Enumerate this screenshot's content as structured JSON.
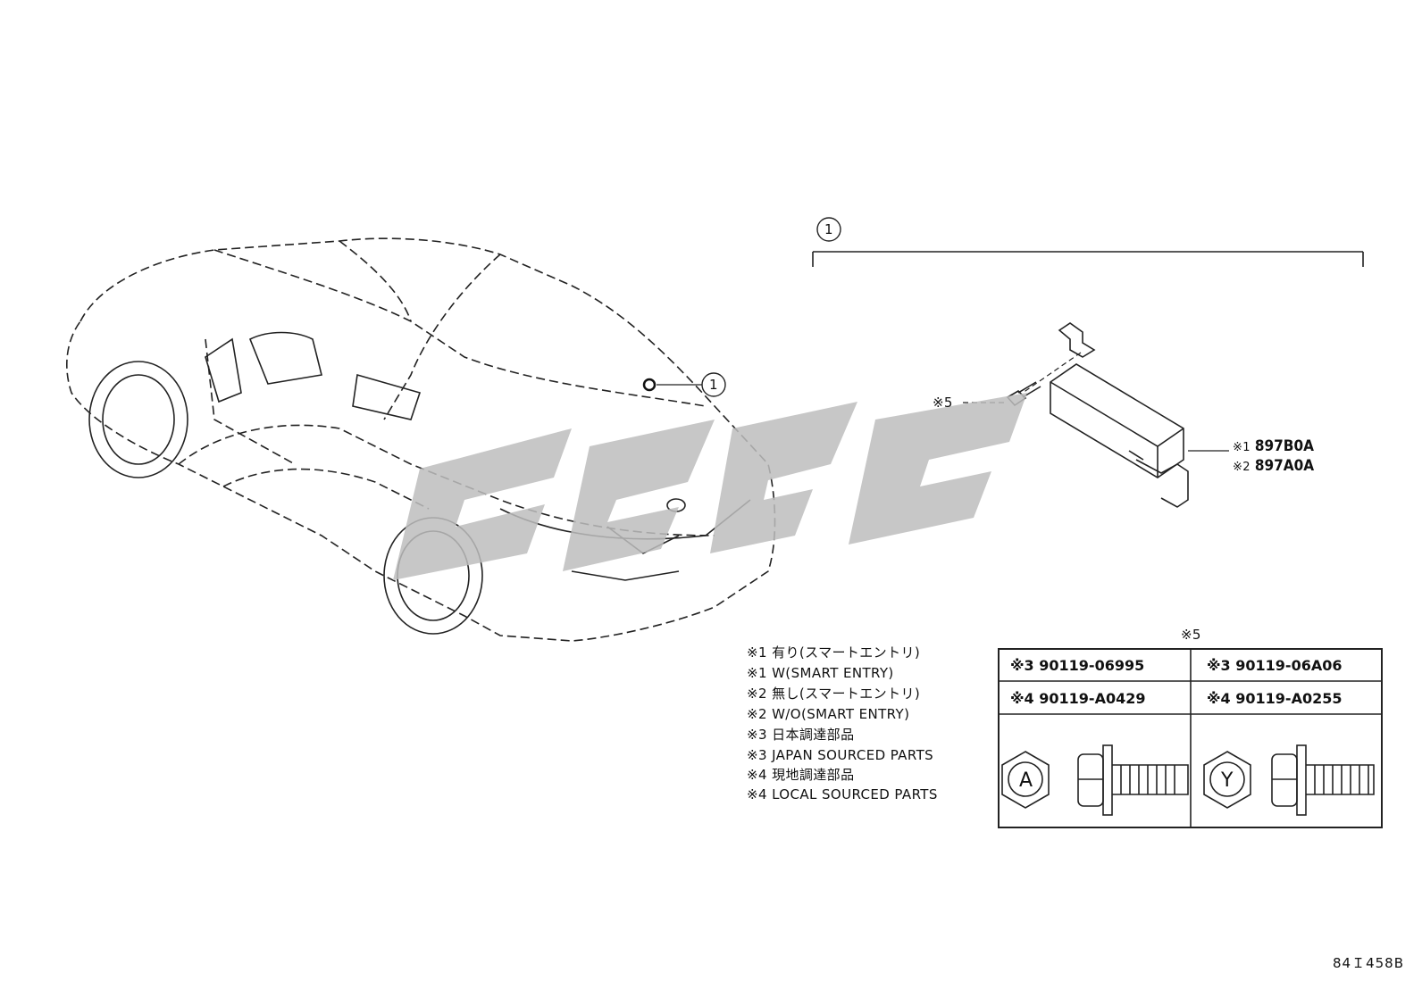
{
  "callouts": {
    "assembly_ref": "1",
    "part_ref": "1",
    "screw_ref": "※5",
    "table_ref": "※5"
  },
  "parts": [
    {
      "mark": "※1",
      "number": "897B0A"
    },
    {
      "mark": "※2",
      "number": "897A0A"
    }
  ],
  "notes": [
    "※1 有り(スマートエントリ)",
    "※1 W(SMART ENTRY)",
    "※2 無し(スマートエントリ)",
    "※2 W/O(SMART ENTRY)",
    "※3  日本調達部品",
    "※3  JAPAN SOURCED PARTS",
    "※4  現地調達部品",
    "※4  LOCAL SOURCED PARTS"
  ],
  "bolt_table": {
    "left": {
      "row1_mark": "※3",
      "row1_part": "90119-06995",
      "row2_mark": "※4",
      "row2_part": "90119-A0429",
      "head_letter": "A"
    },
    "right": {
      "row1_mark": "※3",
      "row1_part": "90119-06A06",
      "row2_mark": "※4",
      "row2_part": "90119-A0255",
      "head_letter": "Y"
    }
  },
  "illustration_code": "84Ｉ458B"
}
